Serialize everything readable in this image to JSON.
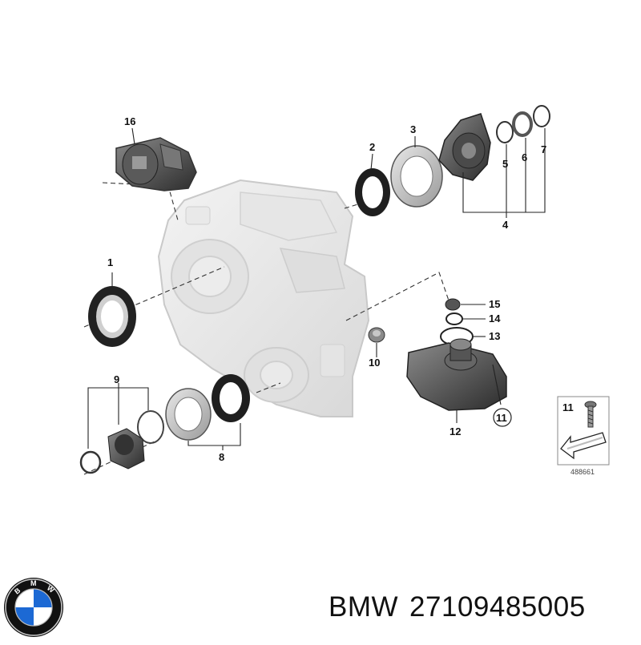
{
  "diagram": {
    "callouts": {
      "c1": "1",
      "c2": "2",
      "c3": "3",
      "c4": "4",
      "c5": "5",
      "c6": "6",
      "c7": "7",
      "c8": "8",
      "c9": "9",
      "c10": "10",
      "c11": "11",
      "c12": "12",
      "c13": "13",
      "c14": "14",
      "c15": "15",
      "c16": "16"
    },
    "inset": {
      "callout": "11",
      "reference": "488661"
    }
  },
  "caption": {
    "brand": "BMW",
    "part_number": "27109485005"
  },
  "logo": {
    "lettering": "BMW",
    "colors": [
      "#1c69d4",
      "#ffffff",
      "#111111"
    ]
  }
}
